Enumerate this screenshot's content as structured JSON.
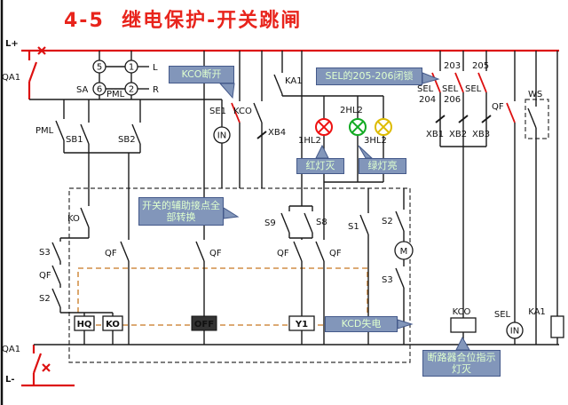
{
  "title": "4-5  继电保护-开关跳闸",
  "rails": {
    "l_plus": "L+",
    "l_minus": "L-",
    "qa1_top": "QA1",
    "qa1_bottom": "QA1"
  },
  "callouts": {
    "kco_open": "KCO断开",
    "sel_lock": "SEL的205-206闭锁",
    "red_off": "红灯灭",
    "green_on": "绿灯亮",
    "aux": "开关的辅助接点全部转换",
    "kcd": "KCD失电",
    "breaker": "断路器合位指示灯灭"
  },
  "labels": {
    "sa": "SA",
    "c5": "5",
    "c1": "1",
    "c6": "6",
    "c2": "2",
    "l": "L",
    "r": "R",
    "pml_top": "PML",
    "pml_left": "PML",
    "sb1": "SB1",
    "sb2": "SB2",
    "se1": "SE1",
    "kco_top": "KCO",
    "xb4": "XB4",
    "in_top": "IN",
    "ka1_top": "KA1",
    "n203": "203",
    "n205": "205",
    "sel1": "SEL",
    "n204": "204",
    "sel2": "SEL",
    "n206": "206",
    "sel3": "SEL",
    "xb1": "XB1",
    "xb2": "XB2",
    "xb3": "XB3",
    "qf_right": "QF",
    "ws": "WS",
    "hl1": "1HL2",
    "hl2": "2HL2",
    "hl3": "3HL2",
    "ko_contact": "KO",
    "s3_left": "S3",
    "qf_left": "QF",
    "s2_left": "S2",
    "qf_a": "QF",
    "qf_b": "QF",
    "qf_c": "QF",
    "qf_d": "QF",
    "s9": "S9",
    "s8": "S8",
    "s1": "S1",
    "s2_right": "S2",
    "s3_right": "S3",
    "motor": "M",
    "hq": "HQ",
    "ko_box": "KO",
    "off": "OFF",
    "y1": "Y1",
    "kco_bottom": "KCO",
    "sel_bottom": "SEL",
    "in_bottom": "IN",
    "ka1_bottom": "KA1"
  },
  "colors": {
    "title_red": "#e8241c",
    "rail_red": "#dd1111",
    "callout_bg": "#8296ba",
    "callout_border": "#44598a",
    "callout_text": "#dfffcf",
    "lamp_red": "#ee1111",
    "lamp_green": "#11aa22",
    "lamp_yellow": "#ddbb00",
    "orange_dash": "#c87820"
  }
}
